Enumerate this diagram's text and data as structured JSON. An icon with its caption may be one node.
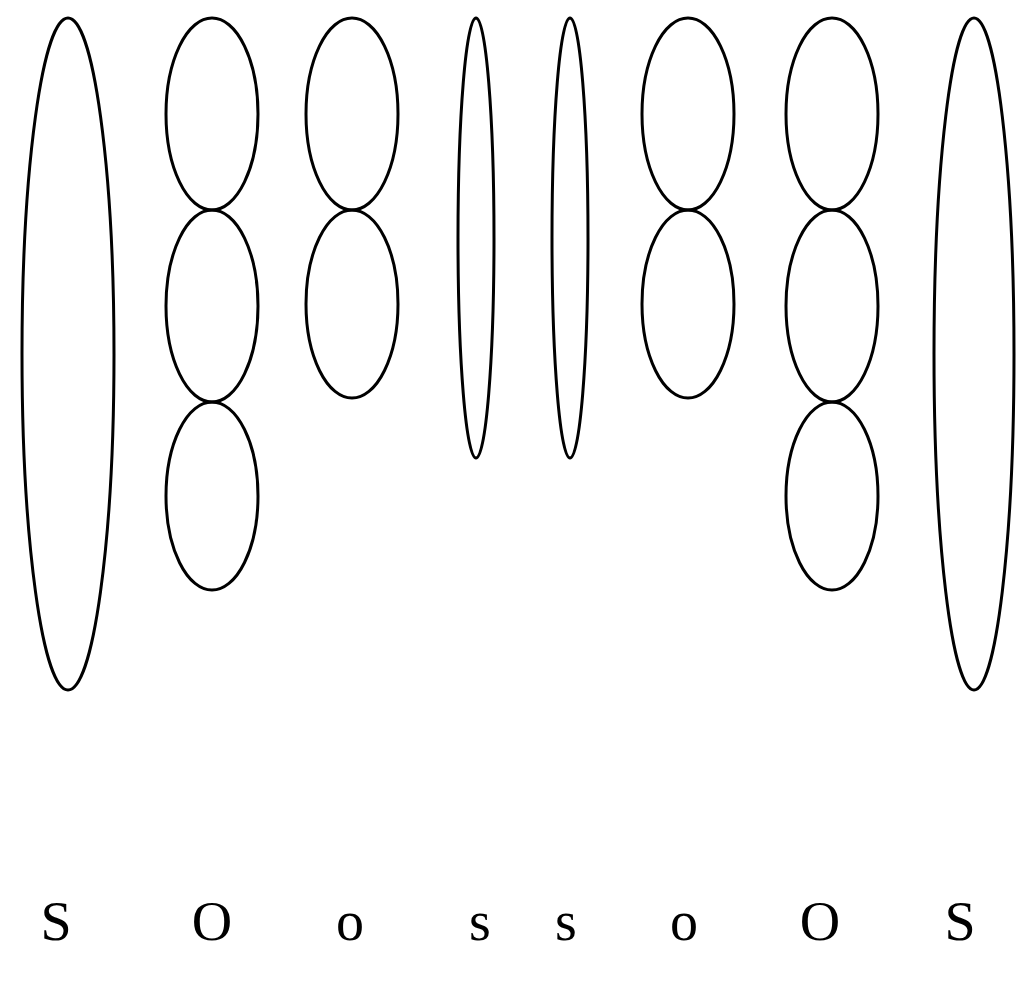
{
  "diagram": {
    "nodes": [
      {
        "text": [],
        "shape": "ellipse"
      },
      {
        "text": [],
        "shape": "ellipse"
      },
      {
        "text": [],
        "shape": "ellipse"
      },
      {
        "text": [],
        "shape": "ellipse"
      },
      {
        "text": [],
        "shape": "ellipse"
      },
      {
        "text": [],
        "shape": "ellipse"
      },
      {
        "text": [],
        "shape": "ellipse"
      },
      {
        "text": [],
        "shape": "ellipse"
      },
      {
        "text": [],
        "shape": "ellipse"
      },
      {
        "text": [],
        "shape": "ellipse"
      },
      {
        "text": [],
        "shape": "ellipse"
      },
      {
        "text": [],
        "shape": "ellipse"
      },
      {
        "text": [],
        "shape": "ellipse"
      },
      {
        "text": [],
        "shape": "ellipse"
      }
    ],
    "labels": [
      "S",
      "O",
      "o",
      "s",
      "s",
      "o",
      "O",
      "S"
    ]
  }
}
